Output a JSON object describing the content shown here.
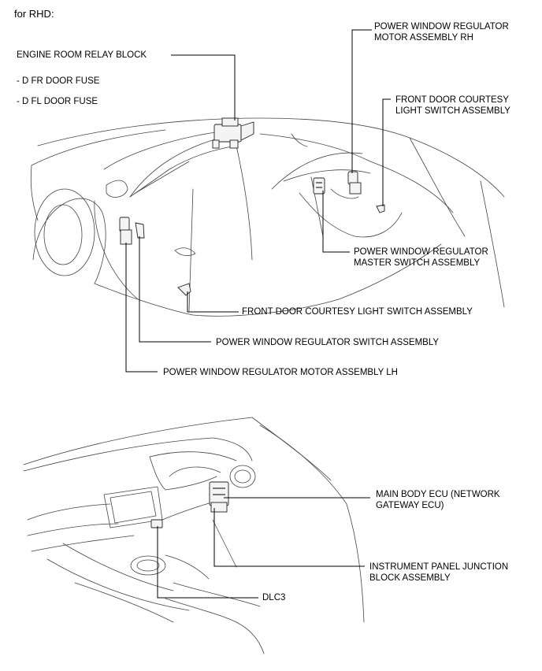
{
  "heading": "for RHD:",
  "top_labels": {
    "engine_room_relay_block": "ENGINE ROOM RELAY BLOCK",
    "d_fr_door_fuse": "- D FR DOOR FUSE",
    "d_fl_door_fuse": "- D FL DOOR FUSE",
    "pw_motor_rh_line1": "POWER WINDOW REGULATOR",
    "pw_motor_rh_line2": "MOTOR ASSEMBLY RH",
    "courtesy_rh_line1": "FRONT DOOR COURTESY",
    "courtesy_rh_line2": "LIGHT SWITCH ASSEMBLY",
    "master_switch_line1": "POWER WINDOW REGULATOR",
    "master_switch_line2": "MASTER SWITCH ASSEMBLY",
    "courtesy_lh": "FRONT DOOR COURTESY LIGHT SWITCH ASSEMBLY",
    "pw_switch": "POWER WINDOW REGULATOR SWITCH ASSEMBLY",
    "pw_motor_lh": "POWER WINDOW REGULATOR MOTOR ASSEMBLY LH"
  },
  "bottom_labels": {
    "main_body_ecu_line1": "MAIN BODY ECU (NETWORK",
    "main_body_ecu_line2": "GATEWAY ECU)",
    "ip_junction_line1": "INSTRUMENT PANEL JUNCTION",
    "ip_junction_line2": "BLOCK ASSEMBLY",
    "dlc3": "DLC3"
  }
}
